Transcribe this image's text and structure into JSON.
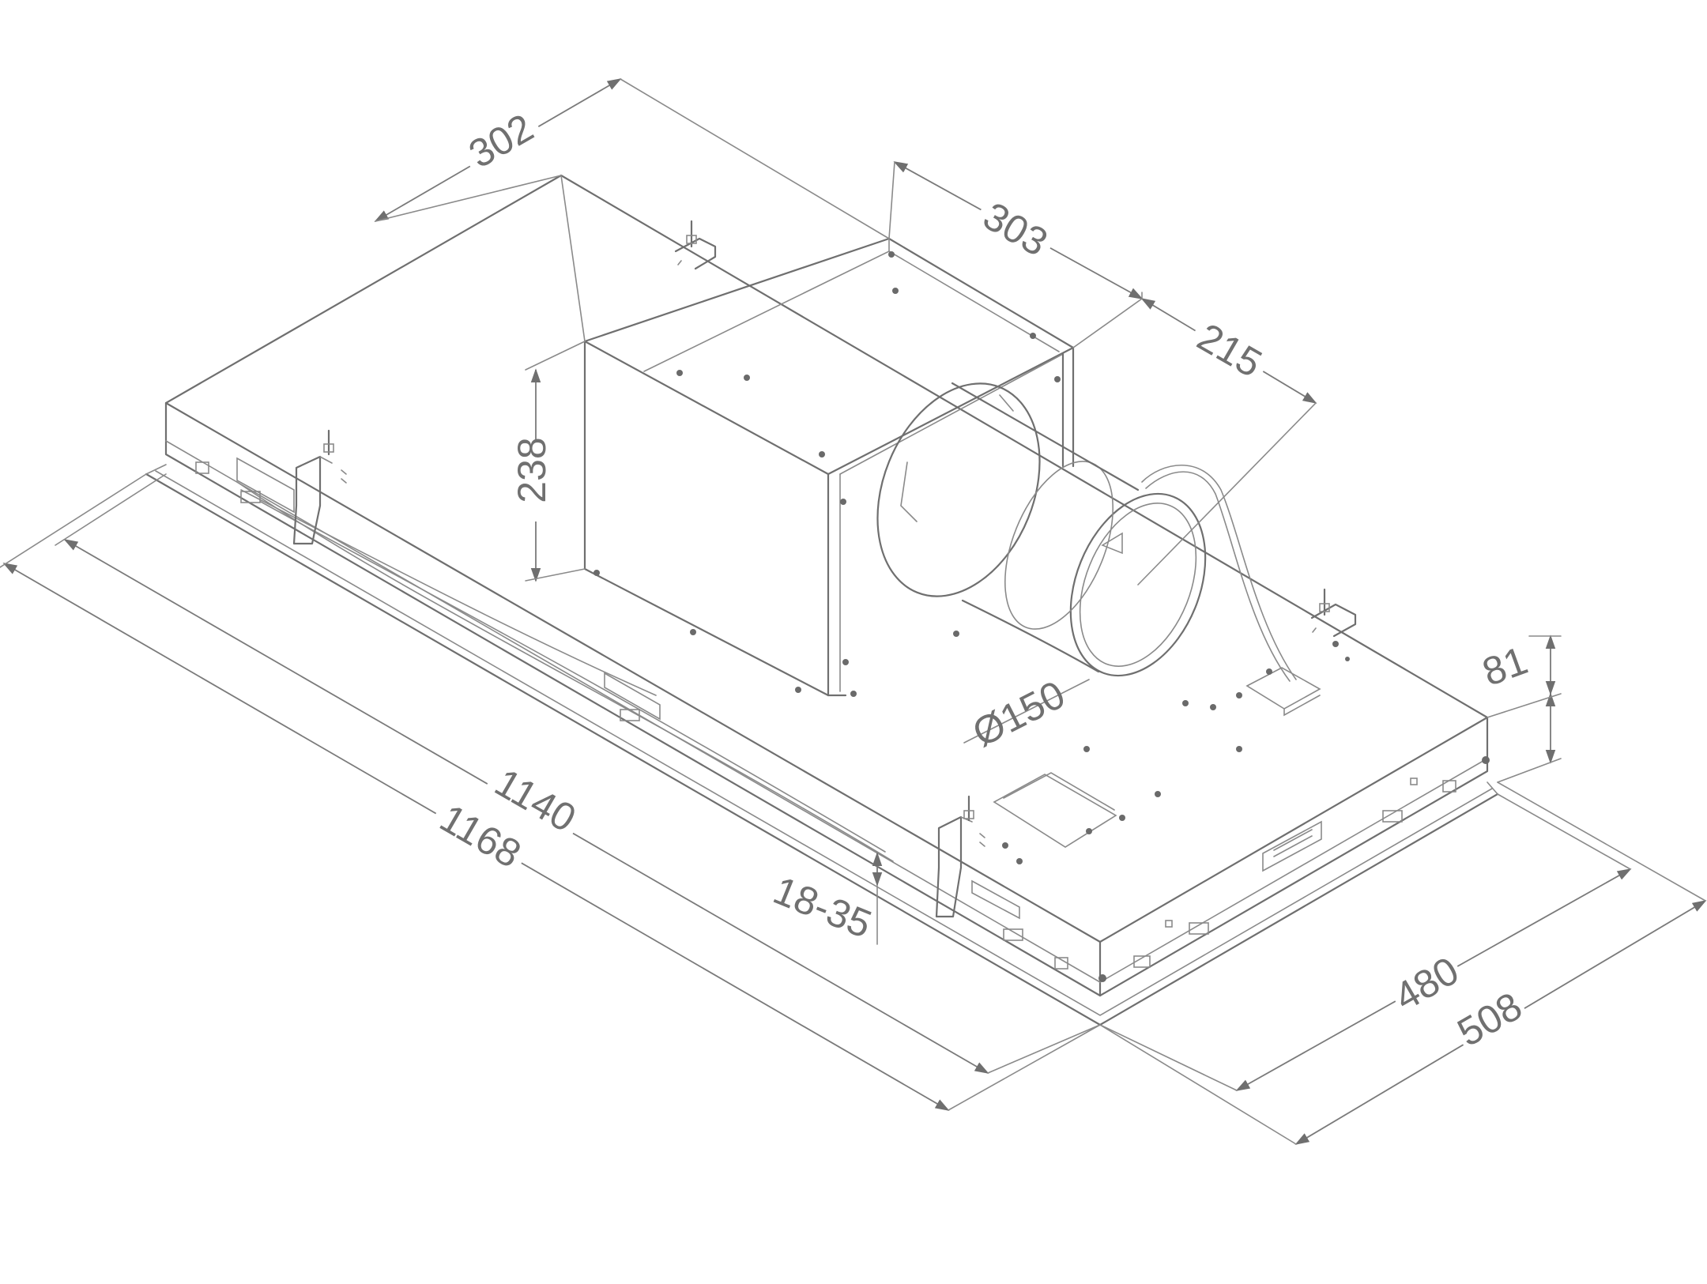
{
  "dimensions": {
    "d302": "302",
    "d303": "303",
    "d215": "215",
    "d238": "238",
    "d150": "Ø150",
    "d81": "81",
    "d1140": "1140",
    "d1168": "1168",
    "d1835": "18-35",
    "d480": "480",
    "d508": "508"
  },
  "colors": {
    "line": "#6f6f6f",
    "text": "#707070",
    "background": "#ffffff"
  },
  "icons": {
    "dimension_arrow": "arrowhead",
    "mount_bracket": "bracket-icon",
    "screw": "bolt-icon"
  }
}
